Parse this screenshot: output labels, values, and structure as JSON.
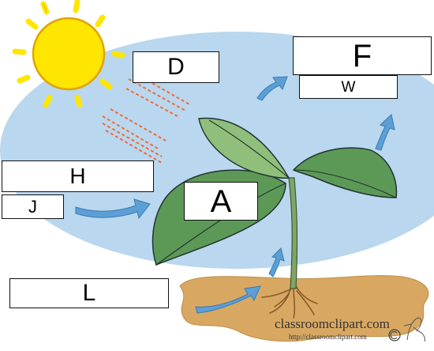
{
  "labels": {
    "d": "D",
    "f": "F",
    "w": "W",
    "h": "H",
    "j": "J",
    "a": "A",
    "l": "L"
  },
  "credit": {
    "name": "classroomclipart.com",
    "url": "http://classroomclipart.com"
  },
  "colors": {
    "sky": "#b9d7ee",
    "sun": "#ffe600",
    "sun_outline": "#e0a400",
    "rays": "#f26b3a",
    "arrow": "#5b9fd6",
    "leaf": "#5d9956",
    "leaf_light": "#8fbf7a",
    "stem": "#7fa568",
    "soil": "#d8a862",
    "roots": "#8a5a2b"
  },
  "icons": [
    "sun-icon",
    "sunlight-rays-icon",
    "arrow-icon",
    "seedling-icon",
    "soil-icon",
    "roots-icon",
    "copyright-icon",
    "signature-icon"
  ]
}
